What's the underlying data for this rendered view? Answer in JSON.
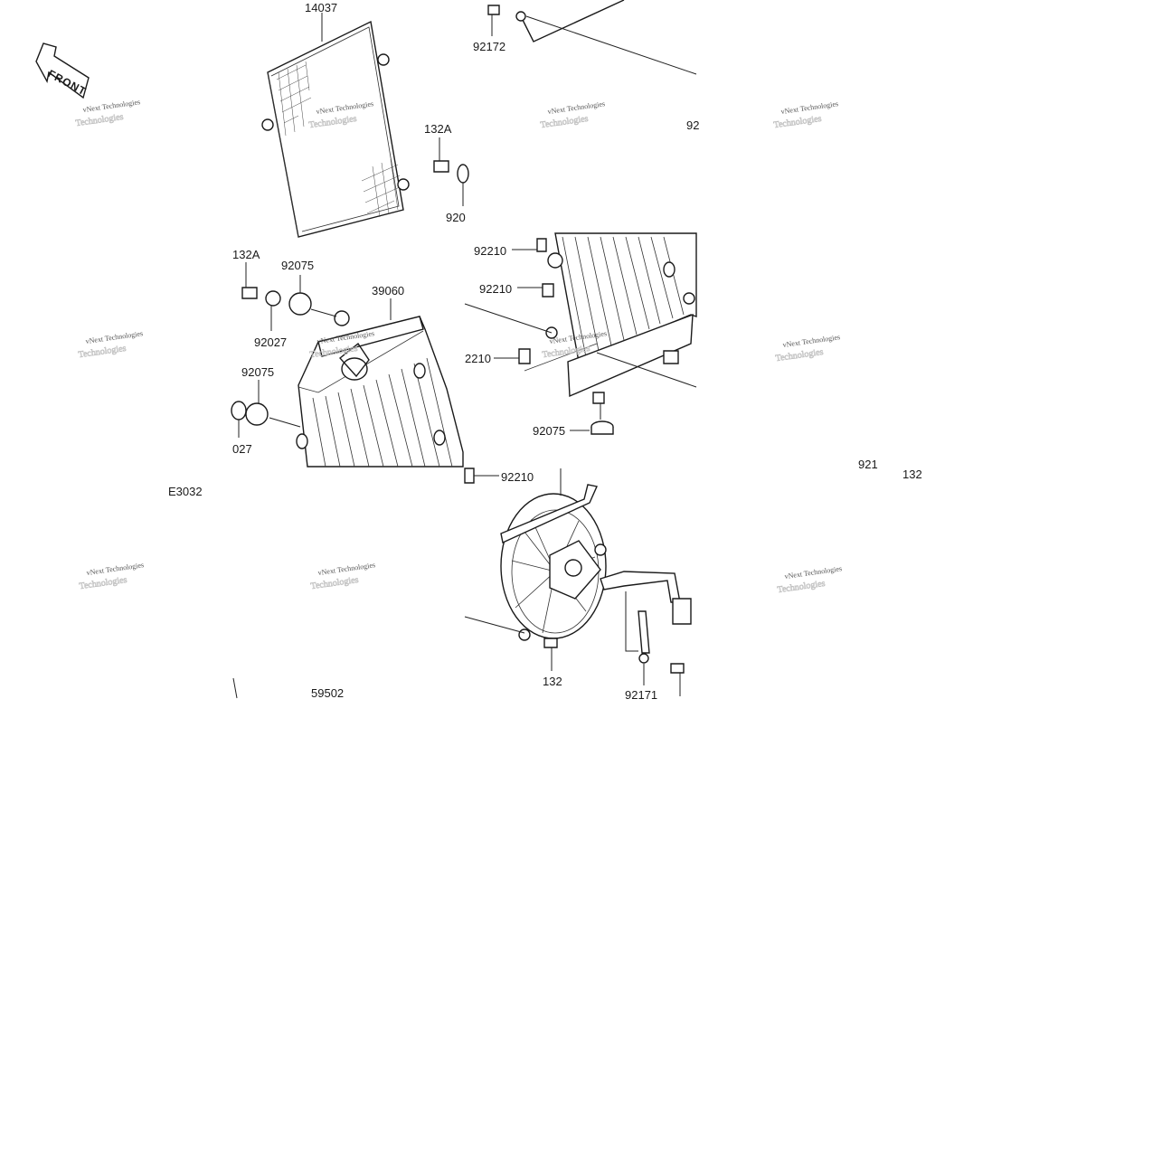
{
  "front_badge": {
    "text": "FRONT"
  },
  "labels": {
    "l14037": "14037",
    "l92172": "92172",
    "l92_partial_top": "92",
    "l132A_a": "132A",
    "l920_partial": "920",
    "l92210_a": "92210",
    "l92210_b": "92210",
    "l2210_partial": "2210",
    "l132A_b": "132A",
    "l92075_a": "92075",
    "l39060": "39060",
    "l92027_a": "92027",
    "l92075_b": "92075",
    "l027_partial": "027",
    "l92075_c": "92075",
    "l92210_c": "92210",
    "l921_partial": "921",
    "l132_right": "132",
    "lE3032": "E3032",
    "l132_bottom": "132",
    "l92171": "92171",
    "l59502": "59502"
  },
  "watermark": {
    "line1": "vNext Technologies",
    "line2": "Technologies"
  }
}
